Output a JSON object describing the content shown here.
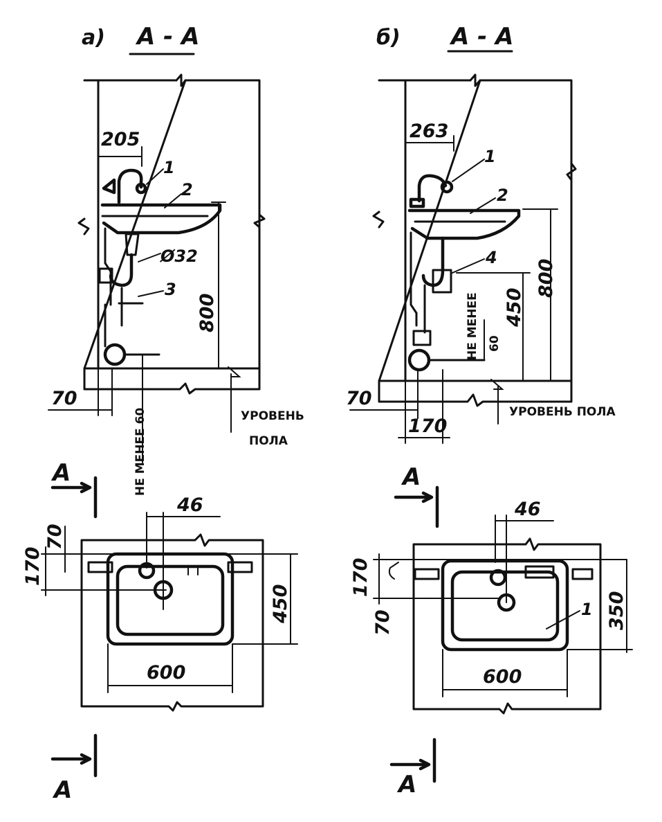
{
  "variant_a": {
    "label": "а)",
    "section_title": "А - А",
    "elevation": {
      "dim_width": "205",
      "dim_diameter": "Ø32",
      "dim_height": "800",
      "dim_offset": "70",
      "note_min": "НЕ МЕНЕЕ 60",
      "floor_level_1": "УРОВЕНЬ",
      "floor_level_2": "ПОЛА",
      "callouts": [
        "1",
        "2",
        "3"
      ]
    },
    "plan": {
      "section_mark": "А",
      "dim_46": "46",
      "dim_70": "70",
      "dim_170": "170",
      "dim_450": "450",
      "dim_600": "600"
    }
  },
  "variant_b": {
    "label": "б)",
    "section_title": "А - А",
    "elevation": {
      "dim_width": "263",
      "dim_height": "800",
      "dim_450": "450",
      "dim_offset": "70",
      "dim_170": "170",
      "note_min_1": "НЕ МЕНЕЕ",
      "note_min_2": "60",
      "floor_level": "УРОВЕНЬ ПОЛА",
      "callouts": [
        "1",
        "2",
        "4"
      ]
    },
    "plan": {
      "section_mark": "А",
      "dim_46": "46",
      "dim_170": "170",
      "dim_70": "70",
      "dim_350": "350",
      "dim_600": "600",
      "callout": "1"
    }
  }
}
